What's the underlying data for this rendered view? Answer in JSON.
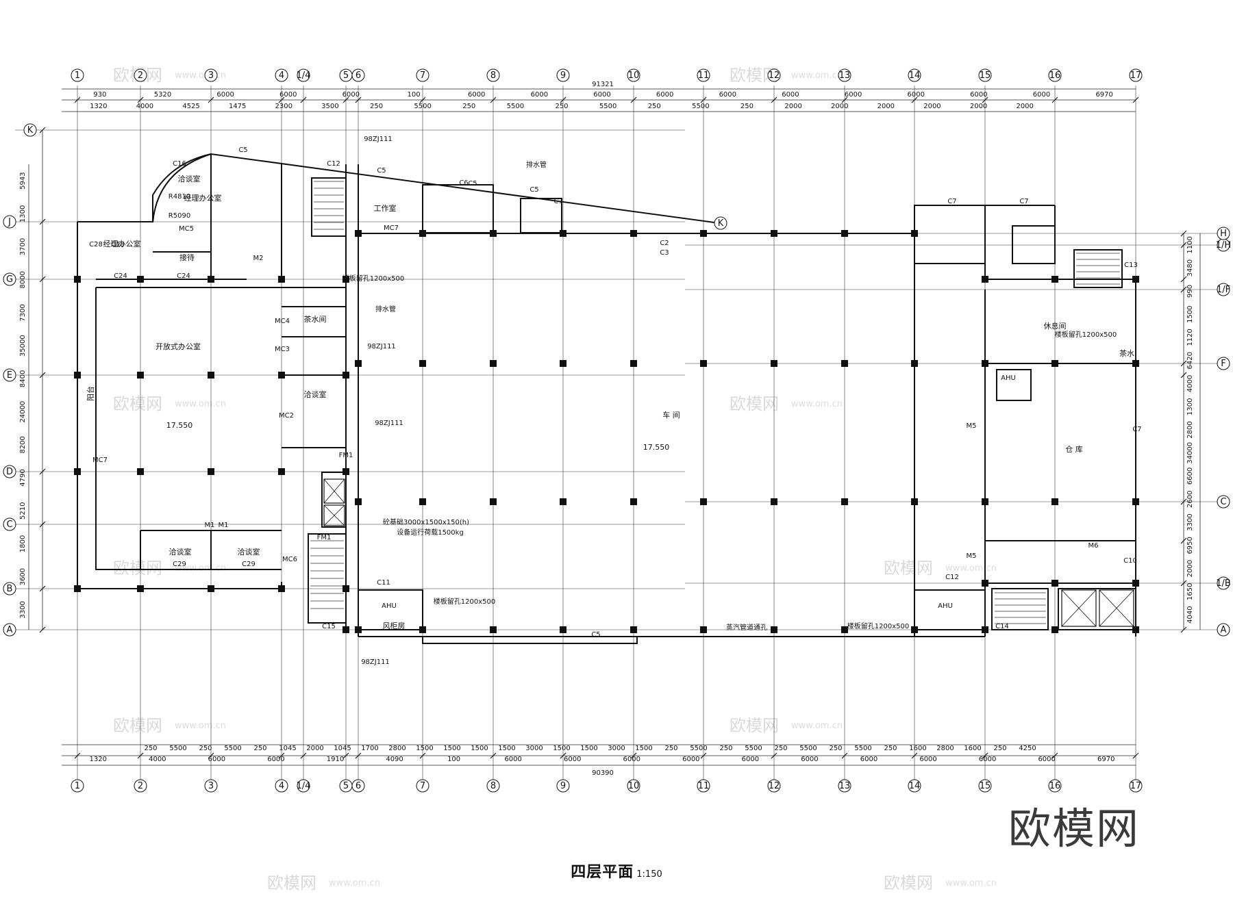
{
  "drawing": {
    "title": "四层平面",
    "scale": "1:150",
    "brand_watermark": "欧模网",
    "watermark_small": "欧模网",
    "watermark_url": "www.om.cn"
  },
  "axes": {
    "vertical": [
      "1",
      "2",
      "3",
      "4",
      "1/4",
      "5",
      "6",
      "7",
      "8",
      "9",
      "10",
      "11",
      "12",
      "13",
      "14",
      "15",
      "16",
      "17"
    ],
    "horizontal": [
      "A",
      "1/B",
      "B",
      "C",
      "D",
      "E",
      "F",
      "1/F",
      "G",
      "H",
      "1/H",
      "J",
      "K"
    ]
  },
  "top_dims": {
    "total": "91321",
    "row1": [
      "930",
      "5320",
      "6000",
      "6000",
      "6000",
      "100",
      "6000",
      "6000",
      "6000",
      "6000",
      "6000",
      "6000",
      "6000",
      "6000",
      "6000",
      "6000",
      "6970"
    ],
    "row2": [
      "1320",
      "4000",
      "4525",
      "1475",
      "2300",
      "3500",
      "250",
      "5500",
      "250",
      "5500",
      "250",
      "5500",
      "250",
      "5500",
      "250",
      "2000",
      "2000",
      "2000",
      "2000",
      "2000",
      "2000"
    ]
  },
  "bottom_dims": {
    "total": "90390",
    "row1": [
      "250",
      "5500",
      "250",
      "5500",
      "250",
      "1045",
      "2000",
      "1045",
      "1700",
      "2800",
      "1500",
      "1500",
      "1500",
      "1500",
      "3000",
      "1500",
      "1500",
      "3000",
      "1500",
      "250",
      "5500",
      "250",
      "5500",
      "250",
      "5500",
      "250",
      "5500",
      "250",
      "1600",
      "2800",
      "1600",
      "250",
      "4250"
    ],
    "row2": [
      "1320",
      "4000",
      "6000",
      "6000",
      "1910",
      "4090",
      "100",
      "6000",
      "6000",
      "6000",
      "6000",
      "6000",
      "6000",
      "6000",
      "6000",
      "6000",
      "6000",
      "6970"
    ]
  },
  "left_dims": [
    "5943",
    "1300",
    "3700",
    "8000",
    "7300",
    "35000",
    "8400",
    "24000",
    "8200",
    "4790",
    "5210",
    "1800",
    "3600",
    "3300"
  ],
  "right_dims": [
    "1100",
    "3480",
    "990",
    "1500",
    "1120",
    "6420",
    "4000",
    "1300",
    "2800",
    "34000",
    "6600",
    "2600",
    "3300",
    "6950",
    "2000",
    "1650",
    "4040"
  ],
  "rooms": {
    "meeting_1": "洽谈室",
    "manager_office_1": "经理办公室",
    "manager_office_2": "经理办公室",
    "reception": "接待",
    "open_office": "开放式办公室",
    "elevation_1": "17.550",
    "balcony": "阳台",
    "meeting_2": "洽谈室",
    "meeting_3": "洽谈室",
    "meeting_4": "洽谈室",
    "tea_room": "茶水间",
    "studio": "工作室",
    "workshop": "车 间",
    "elevation_2": "17.550",
    "rest_room": "休息间",
    "tea": "茶水",
    "warehouse": "仓 库",
    "fan_room": "风柜房"
  },
  "notes": {
    "drain_pipe_1": "排水管",
    "drain_pipe_2": "排水管",
    "slab_hole_1": "楼板留孔1200x500",
    "slab_hole_2": "楼板留孔1200x500",
    "slab_hole_3": "楼板留孔1200x500",
    "slab_hole_4": "楼板留孔1200x500",
    "equipment_base": "砼基础3000x1500x150(h)",
    "equipment_load": "设备运行荷载1500kg",
    "steam_pipe": "蒸汽管道通孔",
    "ref_98zj111_a": "98ZJ111",
    "ref_98zj111_b": "98ZJ111",
    "ref_98zj111_c": "98ZJ111",
    "ref_98zj111_d": "98ZJ111",
    "ahu_1": "AHU",
    "ahu_2": "AHU",
    "ahu_3": "AHU"
  },
  "labels": [
    "C5",
    "C5",
    "C5",
    "C5",
    "C5",
    "C6",
    "C7",
    "C7",
    "C7",
    "C7",
    "C10",
    "C11",
    "C12",
    "C12",
    "C13",
    "C14",
    "C15",
    "C16",
    "C18",
    "C24",
    "C24",
    "C28",
    "C29",
    "C29",
    "MC2",
    "MC3",
    "MC4",
    "MC5",
    "MC6",
    "MC7",
    "MC7",
    "M1",
    "M1",
    "M2",
    "M5",
    "M5",
    "M6",
    "FM1",
    "FM1",
    "C2",
    "C3",
    "R4810",
    "R5090"
  ]
}
